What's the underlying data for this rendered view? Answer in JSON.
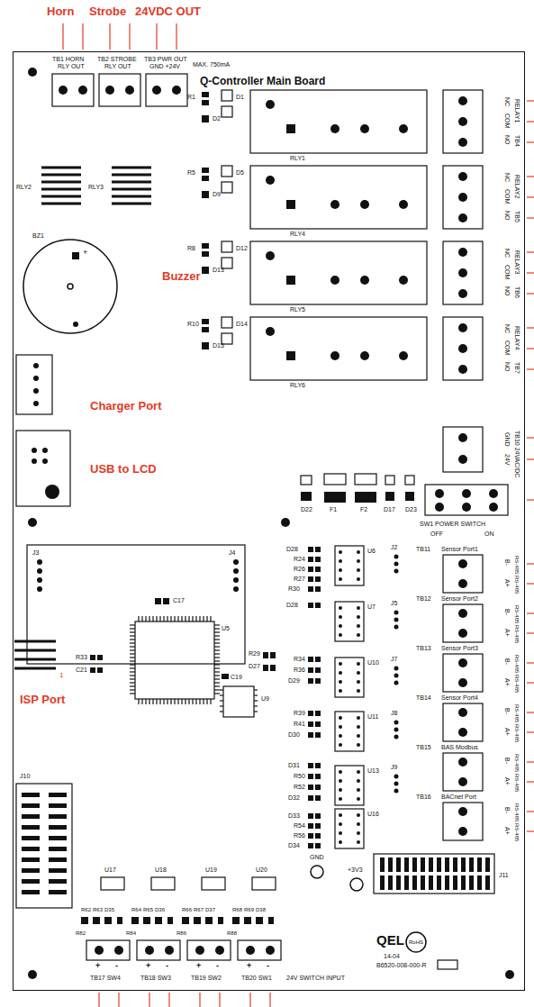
{
  "diagram": {
    "nodes": [
      {
        "text": [
          "Q-Controller Main Board"
        ]
      }
    ],
    "labels": [
      "Horn",
      "Strobe",
      "24VDC OUT",
      "TB1 HORN",
      "RLY OUT",
      "TB2 STROBE",
      "RLY OUT",
      "TB3 PWR OUT",
      "GND +24V",
      "MAX. 750mA",
      "RLY2",
      "RLY3",
      "R1",
      "D1",
      "D2",
      "RLY1",
      "NC",
      "COM",
      "NO",
      "RELAY1",
      "TB4",
      "R5",
      "D5",
      "D9",
      "RLY4",
      "NC",
      "COM",
      "NO",
      "RELAY2",
      "TB5",
      "R8",
      "D12",
      "D13",
      "RLY5",
      "NC",
      "COM",
      "NO",
      "RELAY3",
      "TB6",
      "R10",
      "D14",
      "D15",
      "RLY6",
      "NC",
      "COM",
      "NO",
      "RELAY4",
      "TB7",
      "BZ1",
      "+",
      "Buzzer",
      "Charger Port",
      "USB to LCD",
      "GND",
      "24V",
      "TB10 24VAC/DC",
      "D22",
      "F1",
      "F2",
      "D17",
      "D23",
      "SW1 POWER SWITCH",
      "OFF",
      "ON",
      "TB11",
      "Sensor Port1",
      "B-",
      "RS-485",
      "A+",
      "RS-485",
      "TB12",
      "Sensor Port2",
      "B-",
      "RS-485",
      "A+",
      "RS-485",
      "TB13",
      "Sensor Port3",
      "B-",
      "RS-485",
      "A+",
      "RS-485",
      "TB14",
      "Sensor Port4",
      "B-",
      "RS-485",
      "A+",
      "RS-485",
      "TB15",
      "BAS Modbus",
      "B-",
      "RS-485",
      "A+",
      "RS-485",
      "TB16",
      "BACnet Port",
      "B-",
      "RS-485",
      "A+",
      "RS-485",
      "J3",
      "J4",
      "C17",
      "U5",
      "R29",
      "D27",
      "C19",
      "R33",
      "C21",
      "1",
      "ISP Port",
      "U6",
      "D28",
      "R24",
      "R26",
      "R27",
      "R30",
      "J2",
      "U7",
      "D28",
      "J5",
      "U10",
      "R34",
      "R36",
      "D29",
      "J7",
      "U11",
      "R39",
      "R41",
      "D30",
      "J8",
      "U13",
      "D31",
      "R50",
      "R52",
      "D32",
      "J9",
      "U16",
      "D33",
      "R54",
      "R56",
      "D34",
      "U9",
      "J10",
      "GND",
      "+3V3",
      "J11",
      "U17",
      "R62",
      "R63",
      "D35",
      "R82",
      "+",
      "-",
      "TB17 SW4",
      "U18",
      "R64",
      "R65",
      "D36",
      "R84",
      "+",
      "-",
      "TB18 SW3",
      "U19",
      "R66",
      "R67",
      "D37",
      "R86",
      "+",
      "-",
      "TB19 SW2",
      "U20",
      "R68",
      "R69",
      "D38",
      "R88",
      "+",
      "-",
      "TB20 SW1",
      "24V SWITCH INPUT",
      "QEL",
      "RoHS",
      "14-04",
      "B6520-008-000-R"
    ]
  }
}
